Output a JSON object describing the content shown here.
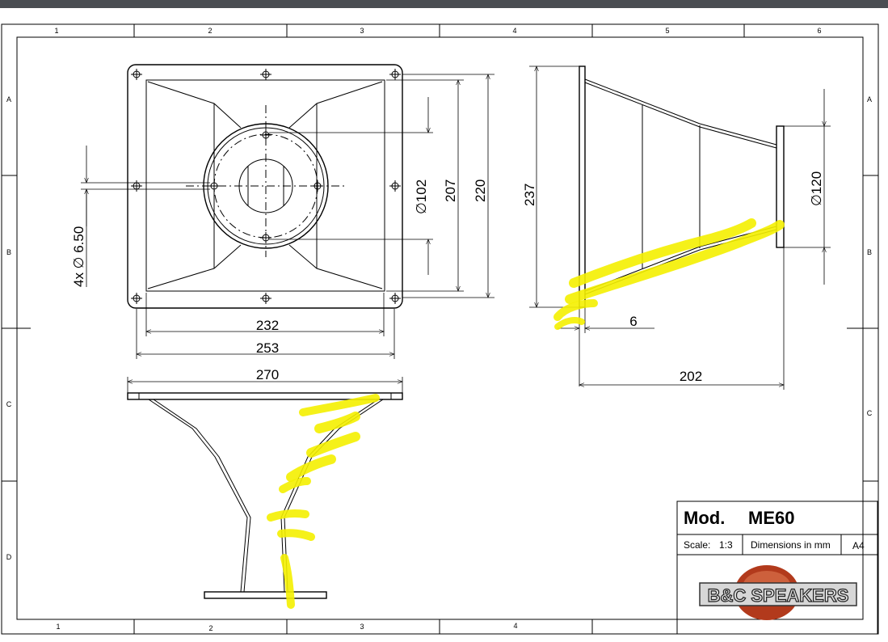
{
  "sheet": {
    "columns": [
      "1",
      "2",
      "3",
      "4",
      "5",
      "6"
    ],
    "rows": [
      "A",
      "B",
      "C",
      "D"
    ],
    "bottom_columns": [
      "1",
      "2",
      "3",
      "4"
    ]
  },
  "front_view": {
    "hole_note": "4x ∅ 6.50",
    "dia_throat": "∅102",
    "height_inner": "207",
    "height_outer": "220",
    "width_inner": "232",
    "width_outer": "253"
  },
  "side_view": {
    "height": "237",
    "dia_flange": "∅120",
    "flange_thickness": "6",
    "depth": "202"
  },
  "top_view": {
    "width": "270"
  },
  "title_block": {
    "mod_label": "Mod.",
    "model": "ME60",
    "scale_label": "Scale:",
    "scale_value": "1:3",
    "units": "Dimensions in mm",
    "paper": "A4",
    "logo_text": "B&C SPEAKERS"
  },
  "colors": {
    "highlighter": "#f4f000",
    "logo_ring": "#b23a1c",
    "logo_box": "#d7d7d7"
  }
}
